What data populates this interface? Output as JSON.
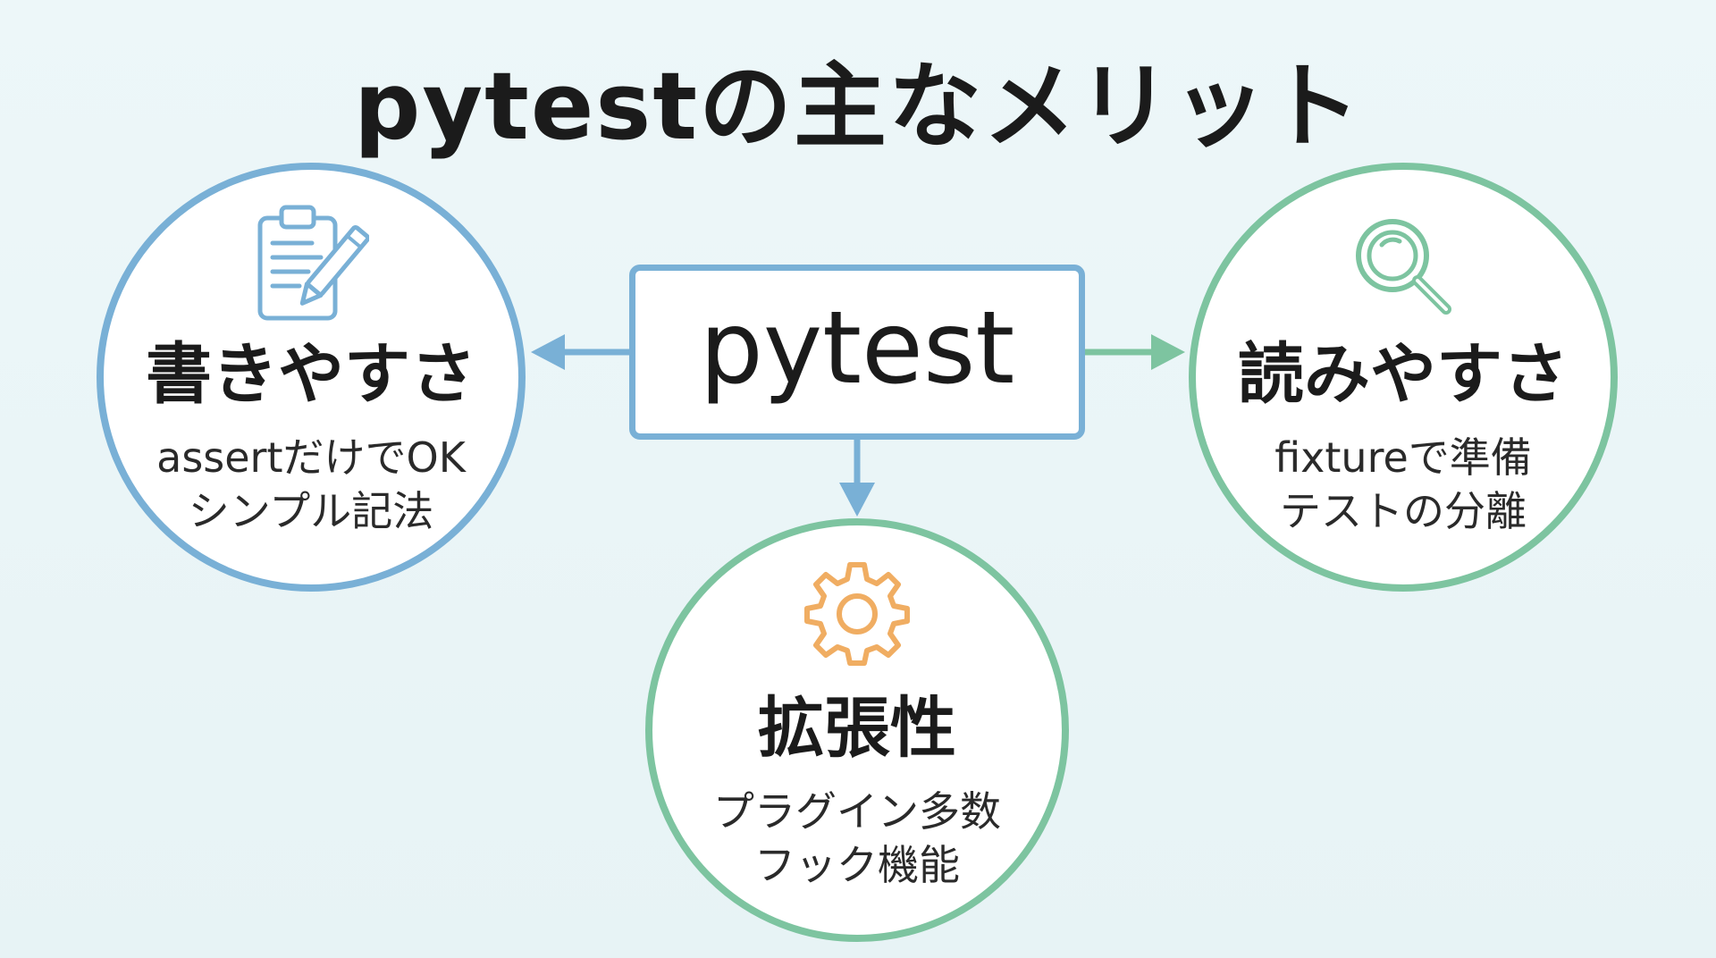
{
  "title": "pytestの主なメリット",
  "center": {
    "label": "pytest"
  },
  "colors": {
    "blue": "#79b0d6",
    "green": "#7dc4a0",
    "orange": "#f0ad62"
  },
  "nodes": {
    "left": {
      "icon": "clipboard-pencil-icon",
      "title": "書きやすさ",
      "lines": [
        "assertだけでOK",
        "シンプル記法"
      ]
    },
    "right": {
      "icon": "magnifier-icon",
      "title": "読みやすさ",
      "lines": [
        "fixtureで準備",
        "テストの分離"
      ]
    },
    "bottom": {
      "icon": "gear-icon",
      "title": "拡張性",
      "lines": [
        "プラグイン多数",
        "フック機能"
      ]
    }
  }
}
